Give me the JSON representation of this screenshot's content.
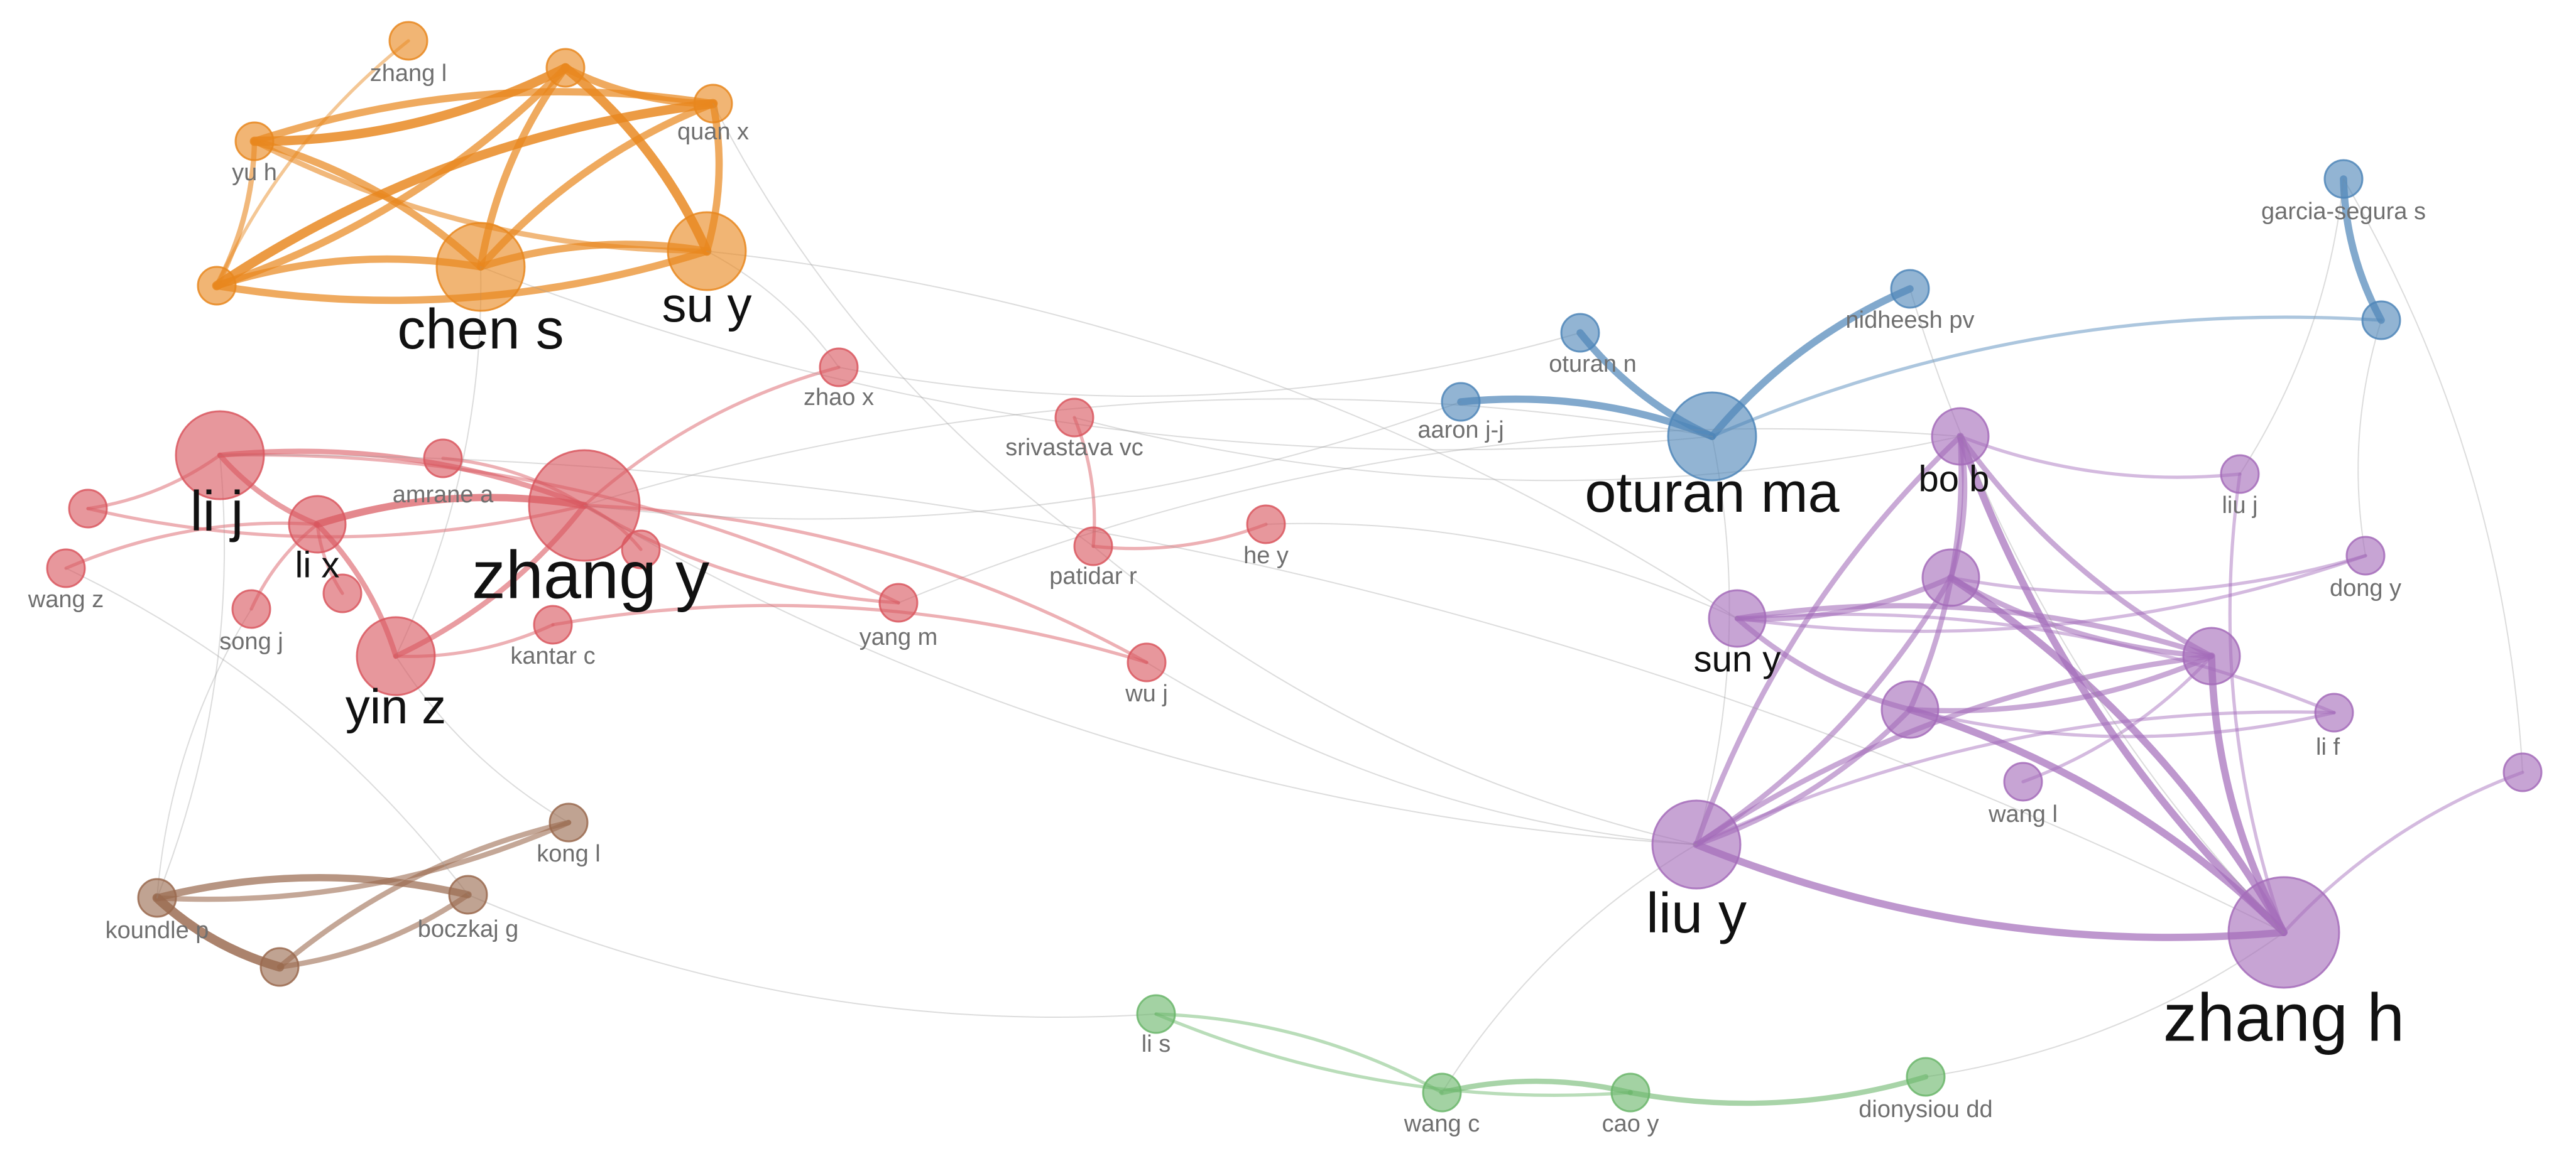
{
  "network": {
    "clusters": {
      "orange": "#e8871e",
      "red": "#d9575f",
      "blue": "#4f86b8",
      "purple": "#a46cba",
      "brown": "#9a6a4f",
      "green": "#6bb66b"
    },
    "nodes": [
      {
        "id": "zhang_l_top",
        "label": "zhang l",
        "cluster": "orange",
        "weight": 1
      },
      {
        "id": "yu_h",
        "label": "yu h",
        "cluster": "orange",
        "weight": 1
      },
      {
        "id": "quan_x",
        "label": "quan x",
        "cluster": "orange",
        "weight": 1
      },
      {
        "id": "chen_s",
        "label": "chen s",
        "cluster": "orange",
        "weight": 4
      },
      {
        "id": "su_y",
        "label": "su y",
        "cluster": "orange",
        "weight": 3
      },
      {
        "id": "orange_n1",
        "label": "",
        "cluster": "orange",
        "weight": 1
      },
      {
        "id": "orange_n2",
        "label": "",
        "cluster": "orange",
        "weight": 1
      },
      {
        "id": "li_j_red",
        "label": "li j",
        "cluster": "red",
        "weight": 4
      },
      {
        "id": "amrane_a",
        "label": "amrane a",
        "cluster": "red",
        "weight": 1
      },
      {
        "id": "zhang_y",
        "label": "zhang y",
        "cluster": "red",
        "weight": 5
      },
      {
        "id": "li_x",
        "label": "li x",
        "cluster": "red",
        "weight": 2
      },
      {
        "id": "wang_z",
        "label": "wang z",
        "cluster": "red",
        "weight": 1
      },
      {
        "id": "song_j",
        "label": "song j",
        "cluster": "red",
        "weight": 1
      },
      {
        "id": "yin_z",
        "label": "yin z",
        "cluster": "red",
        "weight": 3
      },
      {
        "id": "kantar_c",
        "label": "kantar c",
        "cluster": "red",
        "weight": 1
      },
      {
        "id": "zhao_x",
        "label": "zhao x",
        "cluster": "red",
        "weight": 1
      },
      {
        "id": "srivastava_vc",
        "label": "srivastava vc",
        "cluster": "red",
        "weight": 1
      },
      {
        "id": "patidar_r",
        "label": "patidar r",
        "cluster": "red",
        "weight": 1
      },
      {
        "id": "he_y",
        "label": "he y",
        "cluster": "red",
        "weight": 1
      },
      {
        "id": "yang_m",
        "label": "yang m",
        "cluster": "red",
        "weight": 1
      },
      {
        "id": "wu_j",
        "label": "wu j",
        "cluster": "red",
        "weight": 1
      },
      {
        "id": "red_n1",
        "label": "",
        "cluster": "red",
        "weight": 1
      },
      {
        "id": "red_n2",
        "label": "",
        "cluster": "red",
        "weight": 1
      },
      {
        "id": "red_n3",
        "label": "",
        "cluster": "red",
        "weight": 1
      },
      {
        "id": "oturan_ma",
        "label": "oturan ma",
        "cluster": "blue",
        "weight": 4
      },
      {
        "id": "oturan_n",
        "label": "oturan n",
        "cluster": "blue",
        "weight": 1
      },
      {
        "id": "aaron_jj",
        "label": "aaron j-j",
        "cluster": "blue",
        "weight": 1
      },
      {
        "id": "nidheesh_pv",
        "label": "nidheesh pv",
        "cluster": "blue",
        "weight": 1
      },
      {
        "id": "garcia_segura_s",
        "label": "garcia-segura s",
        "cluster": "blue",
        "weight": 1
      },
      {
        "id": "blue_n1",
        "label": "",
        "cluster": "blue",
        "weight": 1
      },
      {
        "id": "bo_b",
        "label": "bo b",
        "cluster": "purple",
        "weight": 2
      },
      {
        "id": "liu_j",
        "label": "liu j",
        "cluster": "purple",
        "weight": 1
      },
      {
        "id": "dong_y",
        "label": "dong y",
        "cluster": "purple",
        "weight": 1
      },
      {
        "id": "sun_y",
        "label": "sun y",
        "cluster": "purple",
        "weight": 2
      },
      {
        "id": "li_f",
        "label": "li f",
        "cluster": "purple",
        "weight": 1
      },
      {
        "id": "wang_l",
        "label": "wang l",
        "cluster": "purple",
        "weight": 1
      },
      {
        "id": "liu_y",
        "label": "liu y",
        "cluster": "purple",
        "weight": 4
      },
      {
        "id": "zhang_h",
        "label": "zhang h",
        "cluster": "purple",
        "weight": 5
      },
      {
        "id": "purple_n1",
        "label": "",
        "cluster": "purple",
        "weight": 2
      },
      {
        "id": "purple_n2",
        "label": "",
        "cluster": "purple",
        "weight": 2
      },
      {
        "id": "purple_n3",
        "label": "",
        "cluster": "purple",
        "weight": 2
      },
      {
        "id": "purple_n4",
        "label": "",
        "cluster": "purple",
        "weight": 1
      },
      {
        "id": "koundle_p",
        "label": "koundle p",
        "cluster": "brown",
        "weight": 1
      },
      {
        "id": "boczkaj_g",
        "label": "boczkaj g",
        "cluster": "brown",
        "weight": 1
      },
      {
        "id": "kong_l",
        "label": "kong l",
        "cluster": "brown",
        "weight": 1
      },
      {
        "id": "brown_n1",
        "label": "",
        "cluster": "brown",
        "weight": 1
      },
      {
        "id": "li_s",
        "label": "li s",
        "cluster": "green",
        "weight": 1
      },
      {
        "id": "wang_c",
        "label": "wang c",
        "cluster": "green",
        "weight": 1
      },
      {
        "id": "cao_y",
        "label": "cao y",
        "cluster": "green",
        "weight": 1
      },
      {
        "id": "dionysiou_dd",
        "label": "dionysiou dd",
        "cluster": "green",
        "weight": 1
      }
    ],
    "links": [
      [
        "yu_h",
        "quan_x",
        3
      ],
      [
        "yu_h",
        "orange_n1",
        4
      ],
      [
        "yu_h",
        "chen_s",
        3
      ],
      [
        "yu_h",
        "su_y",
        2
      ],
      [
        "orange_n1",
        "su_y",
        4
      ],
      [
        "orange_n1",
        "chen_s",
        3
      ],
      [
        "orange_n1",
        "orange_n2",
        3
      ],
      [
        "orange_n1",
        "quan_x",
        3
      ],
      [
        "orange_n2",
        "chen_s",
        3
      ],
      [
        "orange_n2",
        "su_y",
        3
      ],
      [
        "orange_n2",
        "quan_x",
        4
      ],
      [
        "orange_n2",
        "yu_h",
        2
      ],
      [
        "quan_x",
        "su_y",
        3
      ],
      [
        "quan_x",
        "chen_s",
        3
      ],
      [
        "chen_s",
        "su_y",
        3
      ],
      [
        "zhang_l_top",
        "orange_n2",
        1
      ],
      [
        "li_j_red",
        "zhang_y",
        2
      ],
      [
        "li_j_red",
        "li_x",
        2
      ],
      [
        "li_x",
        "zhang_y",
        3
      ],
      [
        "zhang_y",
        "amrane_a",
        1
      ],
      [
        "zhang_y",
        "yin_z",
        2
      ],
      [
        "yin_z",
        "li_x",
        2
      ],
      [
        "wang_z",
        "li_x",
        1
      ],
      [
        "red_n1",
        "zhang_y",
        1
      ],
      [
        "song_j",
        "li_x",
        1
      ],
      [
        "zhang_y",
        "yang_m",
        1
      ],
      [
        "kantar_c",
        "yin_z",
        1
      ],
      [
        "red_n2",
        "zhang_y",
        1
      ],
      [
        "red_n3",
        "li_x",
        1
      ],
      [
        "patidar_r",
        "he_y",
        1
      ],
      [
        "srivastava_vc",
        "patidar_r",
        1
      ],
      [
        "zhao_x",
        "zhang_y",
        1
      ],
      [
        "li_j_red",
        "yang_m",
        1
      ],
      [
        "red_n1",
        "li_j_red",
        1
      ],
      [
        "oturan_ma",
        "oturan_n",
        3
      ],
      [
        "oturan_ma",
        "aaron_jj",
        3
      ],
      [
        "oturan_ma",
        "nidheesh_pv",
        3
      ],
      [
        "garcia_segura_s",
        "blue_n1",
        3
      ],
      [
        "oturan_ma",
        "blue_n1",
        1
      ],
      [
        "liu_y",
        "zhang_h",
        3
      ],
      [
        "liu_y",
        "bo_b",
        2
      ],
      [
        "liu_y",
        "purple_n1",
        2
      ],
      [
        "liu_y",
        "purple_n2",
        2
      ],
      [
        "liu_y",
        "purple_n3",
        2
      ],
      [
        "zhang_h",
        "bo_b",
        3
      ],
      [
        "zhang_h",
        "purple_n1",
        3
      ],
      [
        "zhang_h",
        "purple_n2",
        3
      ],
      [
        "zhang_h",
        "purple_n3",
        3
      ],
      [
        "bo_b",
        "purple_n1",
        2
      ],
      [
        "bo_b",
        "purple_n2",
        2
      ],
      [
        "bo_b",
        "purple_n3",
        2
      ],
      [
        "sun_y",
        "purple_n1",
        2
      ],
      [
        "sun_y",
        "purple_n2",
        2
      ],
      [
        "sun_y",
        "purple_n3",
        2
      ],
      [
        "sun_y",
        "li_f",
        1
      ],
      [
        "purple_n1",
        "purple_n2",
        2
      ],
      [
        "purple_n2",
        "purple_n3",
        2
      ],
      [
        "purple_n1",
        "dong_y",
        1
      ],
      [
        "liu_j",
        "bo_b",
        1
      ],
      [
        "wang_l",
        "purple_n2",
        1
      ],
      [
        "li_f",
        "purple_n3",
        1
      ],
      [
        "purple_n4",
        "zhang_h",
        1
      ],
      [
        "liu_y",
        "li_f",
        1
      ],
      [
        "sun_y",
        "dong_y",
        1
      ],
      [
        "zhang_h",
        "liu_j",
        1
      ],
      [
        "koundle_p",
        "brown_n1",
        4
      ],
      [
        "koundle_p",
        "boczkaj_g",
        3
      ],
      [
        "brown_n1",
        "boczkaj_g",
        2
      ],
      [
        "brown_n1",
        "kong_l",
        2
      ],
      [
        "koundle_p",
        "kong_l",
        2
      ],
      [
        "wang_c",
        "cao_y",
        2
      ],
      [
        "cao_y",
        "dionysiou_dd",
        2
      ],
      [
        "li_s",
        "wang_c",
        1
      ],
      [
        "quan_x",
        "patidar_r",
        1
      ],
      [
        "zhang_y",
        "oturan_ma",
        1
      ],
      [
        "zhang_y",
        "liu_y",
        1
      ],
      [
        "su_y",
        "sun_y",
        1
      ],
      [
        "yin_z",
        "kong_l",
        1
      ],
      [
        "li_j_red",
        "koundle_p",
        1
      ],
      [
        "wu_j",
        "liu_y",
        1
      ],
      [
        "oturan_ma",
        "liu_y",
        1
      ],
      [
        "patidar_r",
        "liu_y",
        1
      ],
      [
        "yang_m",
        "bo_b",
        1
      ],
      [
        "boczkaj_g",
        "li_s",
        1
      ],
      [
        "wang_c",
        "liu_y",
        1
      ],
      [
        "dionysiou_dd",
        "zhang_h",
        1
      ],
      [
        "chen_s",
        "yin_z",
        1
      ],
      [
        "nidheesh_pv",
        "zhang_h",
        1
      ],
      [
        "garcia_segura_s",
        "purple_n4",
        1
      ],
      [
        "zhao_x",
        "oturan_n",
        1
      ],
      [
        "su_y",
        "zhao_x",
        1
      ],
      [
        "srivastava_vc",
        "bo_b",
        1
      ],
      [
        "he_y",
        "sun_y",
        1
      ],
      [
        "wu_j",
        "zhang_y",
        1
      ],
      [
        "kantar_c",
        "wu_j",
        1
      ],
      [
        "song_j",
        "koundle_p",
        1
      ],
      [
        "wang_z",
        "boczkaj_g",
        1
      ],
      [
        "li_s",
        "cao_y",
        1
      ],
      [
        "aaron_jj",
        "zhang_y",
        1
      ],
      [
        "chen_s",
        "oturan_ma",
        1
      ],
      [
        "li_j_red",
        "zhang_h",
        1
      ],
      [
        "liu_j",
        "garcia_segura_s",
        1
      ],
      [
        "dong_y",
        "blue_n1",
        1
      ]
    ]
  }
}
